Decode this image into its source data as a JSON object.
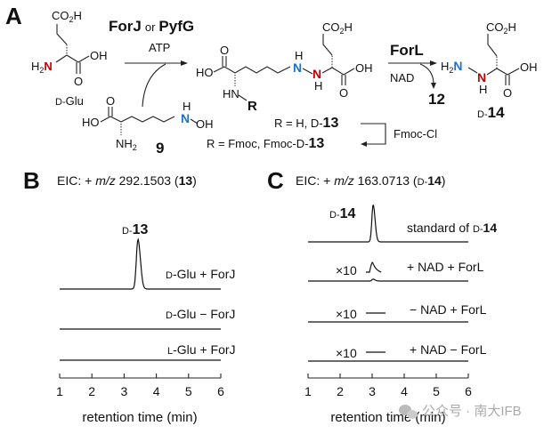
{
  "panel_labels": {
    "a": "A",
    "b": "B",
    "c": "C"
  },
  "scheme": {
    "enzyme1": "ForJ",
    "or_text": "or",
    "enzyme2": "PyfG",
    "cofactor1": "ATP",
    "enzyme3": "ForL",
    "cofactor2": "NAD",
    "byproduct": "12",
    "reagent": "Fmoc-Cl",
    "substrate_label_prefix": "D-",
    "substrate_label": "Glu",
    "cmpd9": "9",
    "r_group": "R",
    "r_eq1_prefix": "R = H, D-",
    "r_eq1_num": "13",
    "r_eq2_prefix": "R = Fmoc, Fmoc-D-",
    "r_eq2_num": "13",
    "product_prefix": "D-",
    "product_num": "14",
    "atoms": {
      "co2h": "CO",
      "h": "H",
      "oh": "OH",
      "ho": "HO",
      "o": "O",
      "n": "N",
      "hn": "HN",
      "nh2": "NH",
      "h2": "H",
      "sub2": "2"
    }
  },
  "chart_data": [
    {
      "type": "line",
      "panel": "B",
      "title_prefix": "EIC: + ",
      "title_italic": "m/z",
      "title_value": " 292.1503 (",
      "title_cmpd": "13",
      "title_suffix": ")",
      "xlabel": "retention time (min)",
      "ylabel": "",
      "xlim": [
        1,
        6
      ],
      "xticks": [
        "1",
        "2",
        "3",
        "4",
        "5",
        "6"
      ],
      "peak_label_prefix": "D-",
      "peak_label_num": "13",
      "series": [
        {
          "name": "D-Glu + ForJ",
          "prefix": "D",
          "rest": "-Glu + ForJ",
          "peak_rt": 3.43,
          "peak_rel_height": 1.0,
          "scale": ""
        },
        {
          "name": "D-Glu − ForJ",
          "prefix": "D",
          "rest": "-Glu − ForJ",
          "peak_rt": null,
          "peak_rel_height": 0,
          "scale": ""
        },
        {
          "name": "L-Glu + ForJ",
          "prefix": "L",
          "rest": "-Glu + ForJ",
          "peak_rt": null,
          "peak_rel_height": 0,
          "scale": ""
        }
      ]
    },
    {
      "type": "line",
      "panel": "C",
      "title_prefix": "EIC: + ",
      "title_italic": "m/z",
      "title_value": " 163.0713 (",
      "title_cmpd_prefix": "D-",
      "title_cmpd": "14",
      "title_suffix": ")",
      "xlabel": "retention time (min)",
      "ylabel": "",
      "xlim": [
        1,
        6
      ],
      "xticks": [
        "1",
        "2",
        "3",
        "4",
        "5",
        "6"
      ],
      "peak_label_prefix": "D-",
      "peak_label_num": "14",
      "series": [
        {
          "name": "standard of D-14",
          "label_a": "standard of ",
          "label_b": "D-",
          "label_c": "14",
          "peak_rt": 3.03,
          "peak_rel_height": 1.0,
          "scale": ""
        },
        {
          "name": "+ NAD + ForL",
          "label_a": "+ NAD + ForL",
          "peak_rt": 3.03,
          "peak_rel_height": 0.05,
          "scale": "×10",
          "inset_peak_rel_height": 0.5
        },
        {
          "name": "− NAD + ForL",
          "label_a": "− NAD + ForL",
          "peak_rt": null,
          "peak_rel_height": 0,
          "scale": "×10"
        },
        {
          "name": "+ NAD − ForL",
          "label_a": "+ NAD − ForL",
          "peak_rt": null,
          "peak_rel_height": 0,
          "scale": "×10"
        }
      ]
    }
  ],
  "watermark": {
    "text": "公众号 · 南大IFB",
    "icon": "wechat-icon"
  }
}
